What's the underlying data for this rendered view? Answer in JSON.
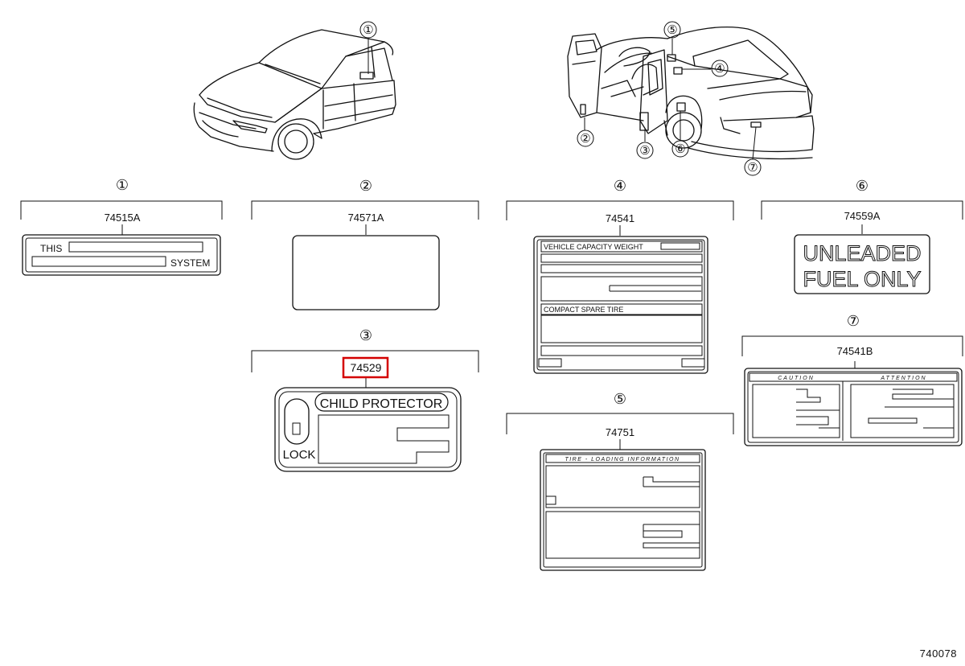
{
  "diagram": {
    "diagram_id": "740078",
    "callouts": {
      "c1": "①",
      "c2": "②",
      "c3": "③",
      "c4": "④",
      "c5": "⑤",
      "c6": "⑥",
      "c7": "⑦"
    },
    "parts": {
      "p1": "74515A",
      "p2": "74571A",
      "p3": "74529",
      "p4": "74541",
      "p5": "74751",
      "p6": "74559A",
      "p7": "74541B"
    },
    "highlight_color": "#d40000",
    "label_1": {
      "this": "THIS",
      "system": "SYSTEM"
    },
    "label_3": {
      "title": "CHILD PROTECTOR",
      "lock": "LOCK"
    },
    "label_4": {
      "top": "VEHICLE CAPACITY WEIGHT",
      "mid": "COMPACT SPARE TIRE"
    },
    "label_5": {
      "header": "TIRE - LOADING INFORMATION"
    },
    "label_6": {
      "line1": "UNLEADED",
      "line2": "FUEL ONLY"
    },
    "label_7": {
      "left": "CAUTION",
      "right": "ATTENTION"
    }
  }
}
